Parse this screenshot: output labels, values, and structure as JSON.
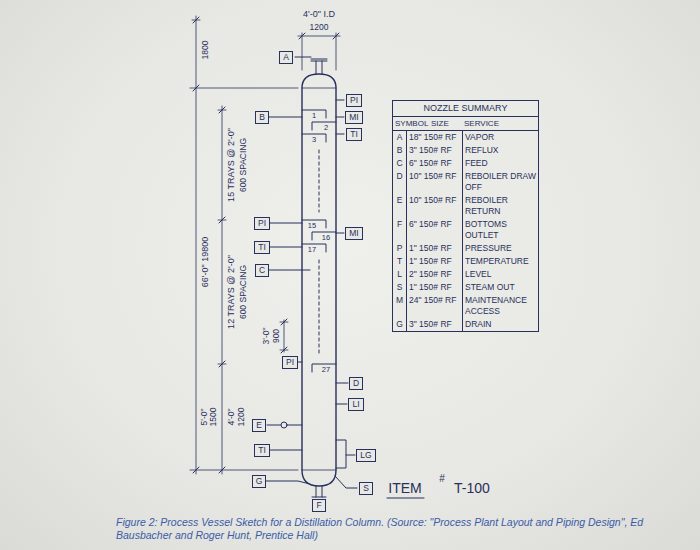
{
  "diagram": {
    "caption": "Figure 2: Process Vessel Sketch for a Distillation Column. (Source: \"Process Plant Layout and Piping Design\", Ed Bausbacher and Roger Hunt, Prentice Hall)",
    "nodes": [
      {
        "text": [
          "A"
        ]
      },
      {
        "text": [
          "PI"
        ]
      },
      {
        "text": [
          "B"
        ]
      },
      {
        "text": [
          "MI"
        ]
      },
      {
        "text": [
          "TI"
        ]
      },
      {
        "text": [
          "PI"
        ]
      },
      {
        "text": [
          "MI"
        ]
      },
      {
        "text": [
          "TI"
        ]
      },
      {
        "text": [
          "C"
        ]
      },
      {
        "text": [
          "PI"
        ]
      },
      {
        "text": [
          "D"
        ]
      },
      {
        "text": [
          "LI"
        ]
      },
      {
        "text": [
          "E"
        ]
      },
      {
        "text": [
          "TI"
        ]
      },
      {
        "text": [
          "LG"
        ]
      },
      {
        "text": [
          "G"
        ]
      },
      {
        "text": [
          "S"
        ]
      },
      {
        "text": [
          "F"
        ]
      }
    ],
    "labels": [
      "4'-0\" I.D",
      "1200",
      "1800",
      "66'-0\" 19800",
      "15 TRAYS @ 2'-0\"",
      "600 SPACING",
      "1",
      "2",
      "3",
      "15",
      "16",
      "17",
      "12 TRAYS @ 2'-0\"",
      "600 SPACING",
      "3'-0\"",
      "900",
      "27",
      "5'-0\"",
      "1500",
      "4'-0\"",
      "1200",
      "NOZZLE SUMMARY",
      "SYMBOL",
      "SIZE",
      "SERVICE",
      "A",
      "18\" 150# RF",
      "VAPOR",
      "B",
      "3\" 150# RF",
      "REFLUX",
      "C",
      "6\" 150# RF",
      "FEED",
      "D",
      "10\" 150# RF",
      "REBOILER DRAW OFF",
      "E",
      "10\" 150# RF",
      "REBOILER RETURN",
      "F",
      "6\" 150# RF",
      "BOTTOMS OUTLET",
      "P",
      "1\" 150# RF",
      "PRESSURE",
      "T",
      "1\" 150# RF",
      "TEMPERATURE",
      "L",
      "2\" 150# RF",
      "LEVEL",
      "S",
      "1\" 150# RF",
      "STEAM OUT",
      "M",
      "24\" 150# RF",
      "MAINTENANCE ACCESS",
      "G",
      "3\" 150# RF",
      "DRAIN",
      "ITEM",
      "#",
      "T-100"
    ]
  }
}
